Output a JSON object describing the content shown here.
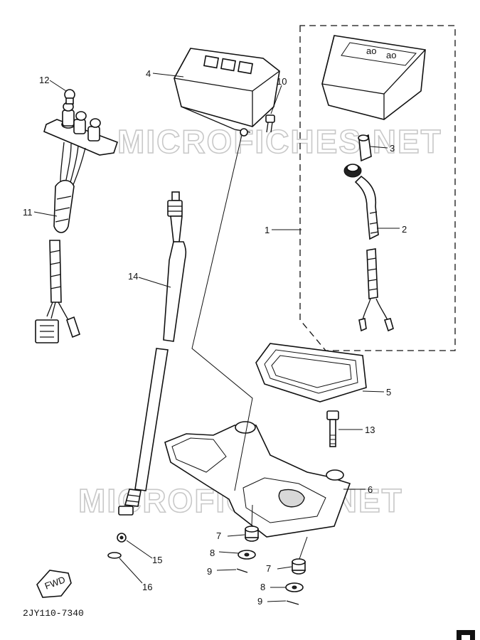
{
  "diagram_code": "2JY110-7340",
  "watermark": "MICROFICHES.NET",
  "fwd_label": "FWD",
  "callouts": [
    "1",
    "2",
    "3",
    "4",
    "5",
    "6",
    "7",
    "8",
    "9",
    "10",
    "11",
    "12",
    "13",
    "14",
    "15",
    "16"
  ],
  "callouts_repeat": {
    "7b": "7",
    "8b": "8",
    "9b": "9"
  }
}
